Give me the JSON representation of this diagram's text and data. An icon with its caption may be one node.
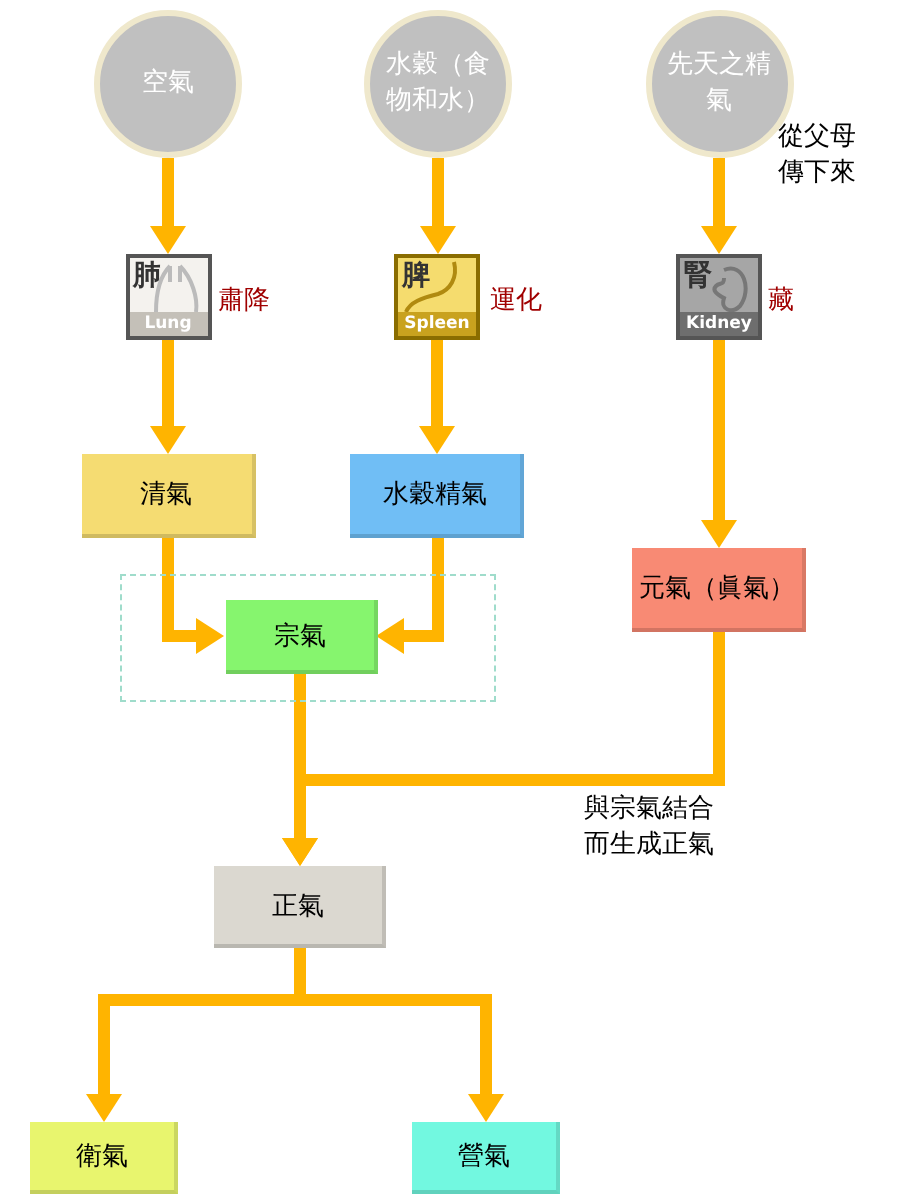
{
  "diagram": {
    "nodes": [
      {
        "text": [
          "空氣"
        ]
      },
      {
        "text": [
          "水穀（食物和水）"
        ]
      },
      {
        "text": [
          "先天之精氣"
        ],
        "beside": [
          "從父母傳下來"
        ]
      },
      {
        "text": [
          "肺",
          "Lung"
        ],
        "beside": [
          "肅降"
        ]
      },
      {
        "text": [
          "脾",
          "Spleen"
        ],
        "beside": [
          "運化"
        ]
      },
      {
        "text": [
          "腎",
          "Kidney"
        ],
        "beside": [
          "藏"
        ]
      },
      {
        "text": [
          "清氣"
        ]
      },
      {
        "text": [
          "水穀精氣"
        ]
      },
      {
        "text": [],
        "shape": "box"
      },
      {
        "text": [
          "宗氣"
        ],
        "in": 8
      },
      {
        "text": [
          "元氣（眞氣）"
        ]
      },
      {
        "text": [
          "正氣"
        ]
      },
      {
        "text": [
          "衛氣"
        ]
      },
      {
        "text": [
          "營氣"
        ]
      }
    ],
    "edges": [
      {
        "from": 0,
        "to": 3,
        "arrow": "to"
      },
      {
        "from": 1,
        "to": 4,
        "arrow": "to"
      },
      {
        "from": 2,
        "to": 5,
        "arrow": "to"
      },
      {
        "from": 3,
        "to": 6,
        "arrow": "to"
      },
      {
        "from": 4,
        "to": 7,
        "arrow": "to"
      },
      {
        "from": 5,
        "to": 10,
        "arrow": "to"
      },
      {
        "from": 6,
        "to": 9,
        "arrow": "to"
      },
      {
        "from": 7,
        "to": 9,
        "arrow": "to"
      },
      {
        "from": 9,
        "to": 11,
        "arrow": "to"
      },
      {
        "from": 10,
        "to": 11,
        "arrow": "to",
        "label": "與宗氣結合而生成正氣"
      },
      {
        "from": 11,
        "to": 12,
        "arrow": "to"
      },
      {
        "from": 11,
        "to": 13,
        "arrow": "to"
      }
    ]
  }
}
